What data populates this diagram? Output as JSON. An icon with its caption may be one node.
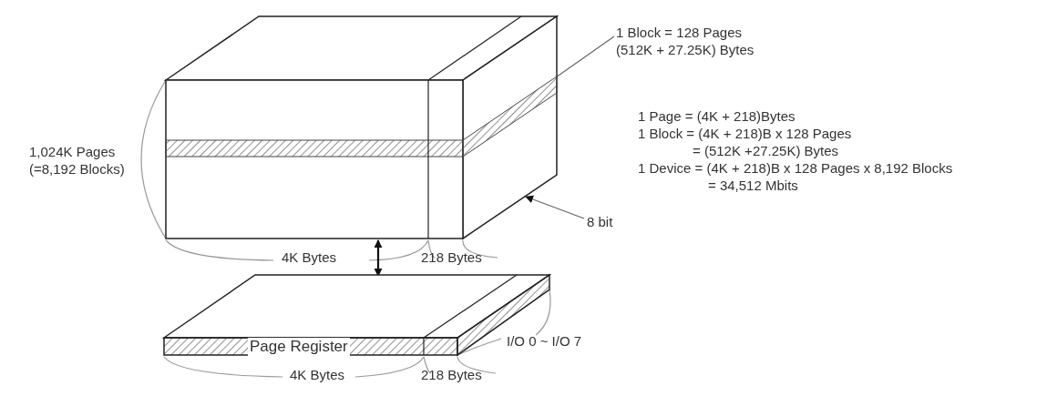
{
  "diagram": {
    "nodes": [
      {
        "text": [],
        "shape": "box"
      },
      {
        "text": [
          "Page Register"
        ]
      },
      {
        "text": [
          "1 Block = 128 Pages (512K + 27.25K) Bytes"
        ]
      },
      {
        "text": [],
        "shape": "bar"
      },
      {
        "text": [
          "8 bit"
        ]
      }
    ],
    "edges": [
      {
        "from": 0,
        "to": 1,
        "arrow": "both"
      },
      {
        "from": 2,
        "to": 3,
        "arrow": "to"
      },
      {
        "from": 4,
        "to": 0,
        "arrow": "to"
      }
    ],
    "labels": [
      "1,024K Pages (=8,192 Blocks)",
      "4K Bytes",
      "218 Bytes",
      "1 Page = (4K + 218)Bytes",
      "1 Block = (4K + 218)B x 128 Pages",
      "= (512K +27.25K) Bytes",
      "1 Device = (4K + 218)B x 128 Pages x 8,192 Blocks",
      "= 34,512 Mbits",
      "I/O 0 ~ I/O 7",
      "4K Bytes",
      "218 Bytes"
    ]
  }
}
